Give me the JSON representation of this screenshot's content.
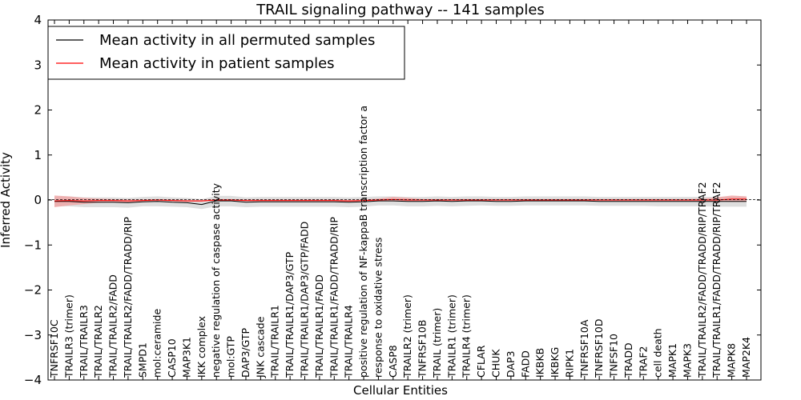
{
  "chart_data": {
    "type": "line",
    "title": "TRAIL signaling pathway -- 141 samples",
    "xlabel": "Cellular Entities",
    "ylabel": "Inferred Activity",
    "ylim": [
      -4,
      4
    ],
    "yticks": [
      "−4",
      "−3",
      "−2",
      "−1",
      "0",
      "1",
      "2",
      "3",
      "4"
    ],
    "grid": false,
    "legend_position": "top-left",
    "categories": [
      "TNFRSF10C",
      "TRAILR3 (trimer)",
      "TRAIL/TRAILR3",
      "TRAIL/TRAILR2",
      "TRAIL/TRAILR2/FADD",
      "TRAIL/TRAILR2/FADD/TRADD/RIP",
      "SMPD1",
      "mol:ceramide",
      "CASP10",
      "MAP3K1",
      "IKK complex",
      "negative regulation of caspase activity",
      "mol:GTP",
      "DAP3/GTP",
      "JNK cascade",
      "TRAIL/TRAILR1",
      "TRAIL/TRAILR1/DAP3/GTP",
      "TRAIL/TRAILR1/DAP3/GTP/FADD",
      "TRAIL/TRAILR1/FADD",
      "TRAIL/TRAILR1/FADD/TRADD/RIP",
      "TRAIL/TRAILR4",
      "positive regulation of NF-kappaB transcription factor a",
      "response to oxidative stress",
      "CASP8",
      "TRAILR2 (trimer)",
      "TNFRSF10B",
      "TRAIL (trimer)",
      "TRAILR1 (trimer)",
      "TRAILR4 (trimer)",
      "CFLAR",
      "CHUK",
      "DAP3",
      "FADD",
      "IKBKB",
      "IKBKG",
      "RIPK1",
      "TNFRSF10A",
      "TNFRSF10D",
      "TNFSF10",
      "TRADD",
      "TRAF2",
      "cell death",
      "MAPK1",
      "MAPK3",
      "TRAIL/TRAILR2/FADD/TRADD/RIP/TRAF2",
      "TRAIL/TRAILR1/FADD/TRADD/RIP/TRAF2",
      "MAPK8",
      "MAP2K4"
    ],
    "series": [
      {
        "name": "Mean activity in all permuted samples",
        "color": "#000000",
        "band_color": "#d8d8d8",
        "values": [
          -0.03,
          -0.03,
          -0.05,
          -0.05,
          -0.05,
          -0.06,
          -0.04,
          -0.03,
          -0.05,
          -0.06,
          -0.1,
          -0.02,
          -0.02,
          -0.05,
          -0.04,
          -0.04,
          -0.04,
          -0.04,
          -0.04,
          -0.04,
          -0.05,
          -0.04,
          -0.02,
          -0.02,
          -0.03,
          -0.03,
          -0.02,
          -0.03,
          -0.02,
          -0.02,
          -0.03,
          -0.03,
          -0.02,
          -0.02,
          -0.02,
          -0.02,
          -0.02,
          -0.03,
          -0.03,
          -0.03,
          -0.03,
          -0.03,
          -0.03,
          -0.03,
          -0.03,
          -0.03,
          -0.03,
          -0.03
        ],
        "lower": [
          -0.14,
          -0.14,
          -0.16,
          -0.16,
          -0.16,
          -0.17,
          -0.14,
          -0.14,
          -0.15,
          -0.16,
          -0.2,
          -0.14,
          -0.14,
          -0.16,
          -0.15,
          -0.15,
          -0.15,
          -0.15,
          -0.15,
          -0.15,
          -0.16,
          -0.15,
          -0.12,
          -0.12,
          -0.14,
          -0.14,
          -0.13,
          -0.14,
          -0.13,
          -0.12,
          -0.13,
          -0.13,
          -0.12,
          -0.12,
          -0.12,
          -0.12,
          -0.12,
          -0.13,
          -0.13,
          -0.13,
          -0.13,
          -0.14,
          -0.14,
          -0.14,
          -0.14,
          -0.15,
          -0.15,
          -0.15
        ],
        "upper": [
          0.08,
          0.08,
          0.06,
          0.06,
          0.06,
          0.05,
          0.07,
          0.08,
          0.06,
          0.05,
          0.02,
          0.09,
          0.09,
          0.06,
          0.07,
          0.07,
          0.07,
          0.07,
          0.07,
          0.07,
          0.06,
          0.07,
          0.08,
          0.08,
          0.07,
          0.07,
          0.08,
          0.07,
          0.08,
          0.08,
          0.07,
          0.07,
          0.08,
          0.08,
          0.08,
          0.08,
          0.08,
          0.07,
          0.07,
          0.07,
          0.07,
          0.07,
          0.07,
          0.07,
          0.07,
          0.07,
          0.08,
          0.08
        ]
      },
      {
        "name": "Mean activity in patient samples",
        "color": "#ff0000",
        "band_color": "#f0a0a0",
        "values": [
          -0.02,
          -0.01,
          -0.02,
          -0.01,
          -0.01,
          -0.02,
          -0.01,
          0.0,
          -0.01,
          -0.02,
          -0.02,
          0.0,
          0.0,
          -0.01,
          -0.01,
          -0.01,
          -0.01,
          -0.01,
          -0.01,
          -0.01,
          -0.02,
          -0.01,
          0.0,
          0.01,
          0.0,
          0.0,
          0.0,
          0.0,
          0.0,
          0.0,
          0.0,
          0.0,
          0.0,
          0.0,
          0.0,
          0.0,
          0.0,
          0.0,
          0.0,
          0.0,
          0.0,
          0.0,
          0.0,
          0.0,
          0.0,
          0.0,
          0.02,
          0.02
        ],
        "lower": [
          -0.16,
          -0.12,
          -0.09,
          -0.06,
          -0.05,
          -0.05,
          -0.03,
          -0.02,
          -0.03,
          -0.04,
          -0.04,
          -0.02,
          -0.02,
          -0.03,
          -0.03,
          -0.03,
          -0.03,
          -0.03,
          -0.03,
          -0.03,
          -0.04,
          -0.03,
          -0.02,
          -0.03,
          -0.03,
          -0.02,
          -0.02,
          -0.02,
          -0.02,
          -0.02,
          -0.02,
          -0.02,
          -0.02,
          -0.02,
          -0.02,
          -0.02,
          -0.02,
          -0.02,
          -0.02,
          -0.02,
          -0.02,
          -0.02,
          -0.02,
          -0.02,
          -0.02,
          -0.03,
          -0.04,
          -0.04
        ],
        "upper": [
          0.1,
          0.08,
          0.05,
          0.03,
          0.02,
          0.01,
          0.01,
          0.02,
          0.01,
          0.0,
          0.0,
          0.02,
          0.02,
          0.01,
          0.01,
          0.01,
          0.01,
          0.01,
          0.01,
          0.01,
          0.0,
          0.01,
          0.03,
          0.07,
          0.05,
          0.02,
          0.02,
          0.02,
          0.02,
          0.02,
          0.02,
          0.02,
          0.02,
          0.02,
          0.02,
          0.02,
          0.02,
          0.02,
          0.02,
          0.02,
          0.02,
          0.02,
          0.02,
          0.02,
          0.03,
          0.06,
          0.1,
          0.08
        ]
      }
    ]
  }
}
